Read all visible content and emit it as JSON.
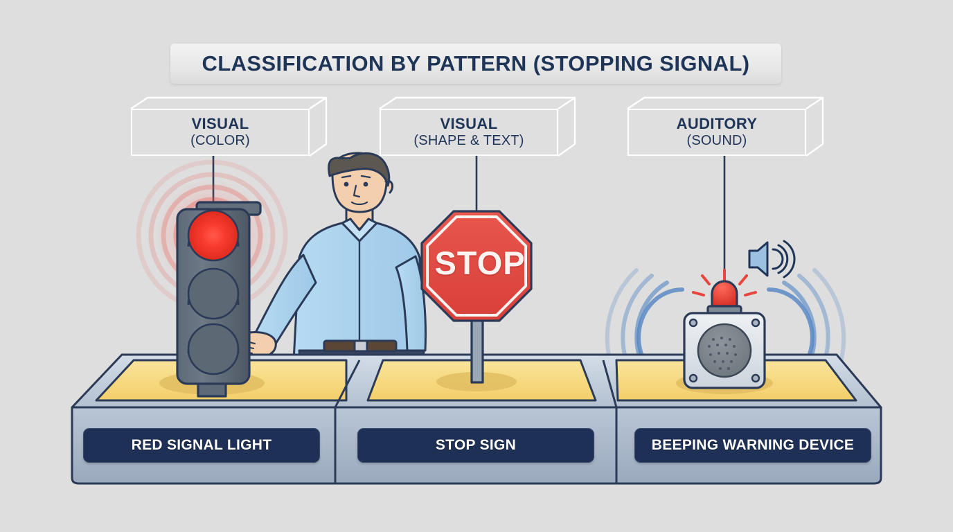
{
  "page": {
    "background_color": "#dedede",
    "accent_navy": "#1f3558",
    "plate_navy": "#1e3055",
    "signal_red": "#e8453c",
    "podium_yellow": "#f6d87a",
    "podium_gray": "#a9b7c9",
    "shirt_blue": "#a9d2ef",
    "wave_blue": "#5b8ac4"
  },
  "header": {
    "title": "CLASSIFICATION BY PATTERN (STOPPING SIGNAL)"
  },
  "callouts": [
    {
      "line1": "VISUAL",
      "line2": "(COLOR)"
    },
    {
      "line1": "VISUAL",
      "line2": "(SHAPE & TEXT)"
    },
    {
      "line1": "AUDITORY",
      "line2": "(SOUND)"
    }
  ],
  "exhibits": [
    {
      "caption": "RED SIGNAL LIGHT",
      "icon": "traffic-light-icon",
      "state": "red-lamp-lit",
      "effect": "red-glow-rings"
    },
    {
      "caption": "STOP SIGN",
      "icon": "stop-sign-icon",
      "sign_text": "STOP",
      "effect": "none"
    },
    {
      "caption": "BEEPING WARNING DEVICE",
      "icon": "siren-speaker-icon",
      "state": "beacon-lit",
      "effect": "blue-sound-waves"
    }
  ],
  "decor": {
    "speaker_icon_name": "speaker-volume-icon",
    "person_name": "person-illustration"
  }
}
